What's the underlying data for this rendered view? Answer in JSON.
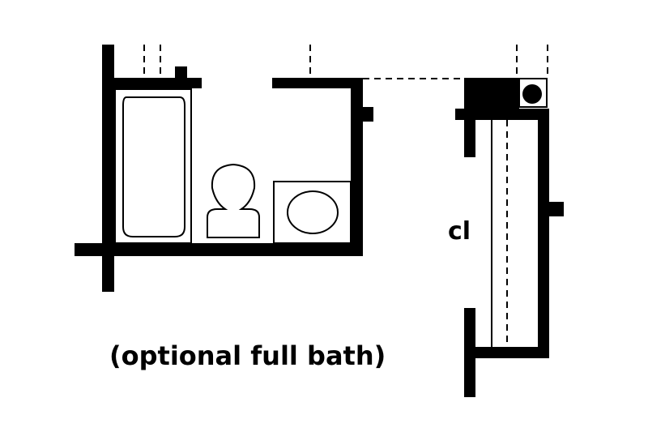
{
  "plan": {
    "labels": {
      "closet": "cl",
      "note": "(optional full bath)"
    },
    "fixtures": [
      "bathtub",
      "toilet",
      "sink"
    ],
    "colors": {
      "ink": "#000000",
      "paper": "#ffffff"
    }
  }
}
